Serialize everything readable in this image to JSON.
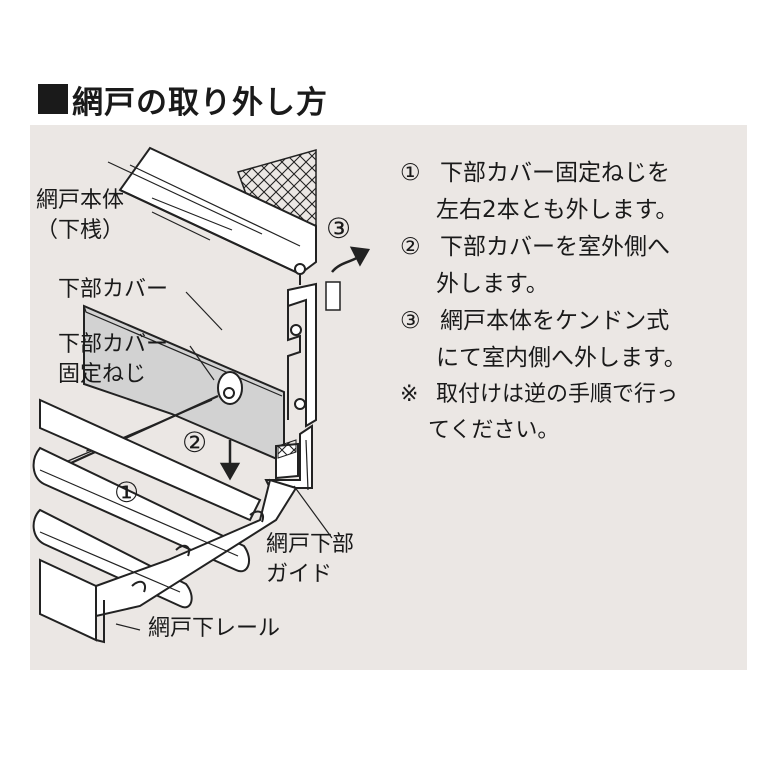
{
  "title": "網戸の取り外し方",
  "labels": {
    "screen_body": [
      "網戸本体",
      "（下桟）"
    ],
    "bottom_cover": "下部カバー",
    "cover_screw": [
      "下部カバー",
      "固定ねじ"
    ],
    "guide": [
      "網戸下部",
      "ガイド"
    ],
    "rail": "網戸下レール"
  },
  "markers": {
    "m1": "①",
    "m2": "②",
    "m3": "③"
  },
  "steps": [
    {
      "num": "①",
      "line1": "下部カバー固定ねじを",
      "line2": "左右2本とも外します。"
    },
    {
      "num": "②",
      "line1": "下部カバーを室外側へ",
      "line2": "外します。"
    },
    {
      "num": "③",
      "line1": "網戸本体をケンドン式",
      "line2": "にて室内側へ外します。"
    }
  ],
  "note": {
    "mark": "※",
    "line1": "取付けは逆の手順で行っ",
    "line2": "てください。"
  }
}
